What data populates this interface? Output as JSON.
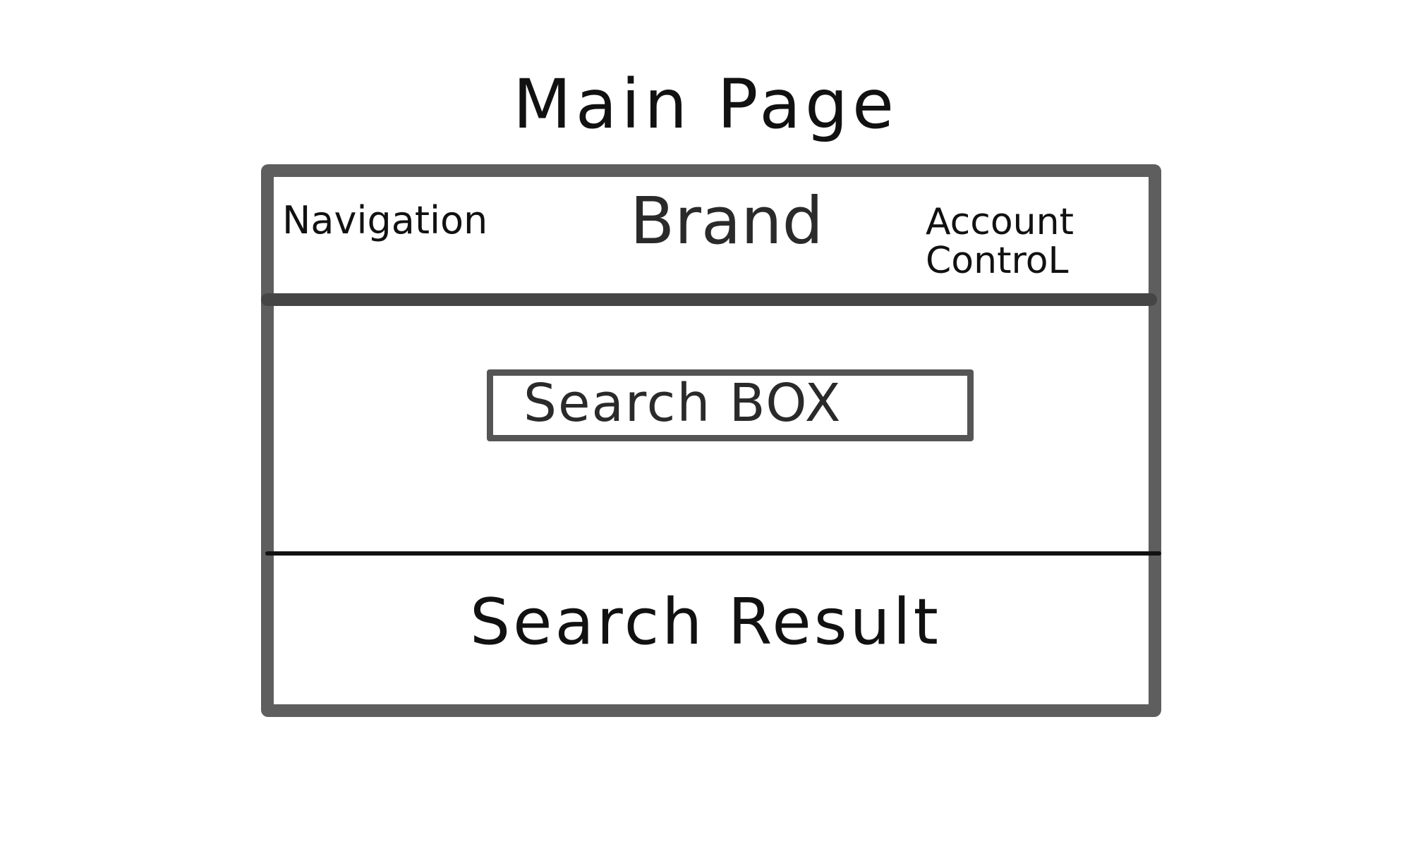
{
  "page_title": "Main Page",
  "header": {
    "navigation_label": "Navigation",
    "brand_label": "Brand",
    "account_control_line1": "Account",
    "account_control_line2": "ControL"
  },
  "main": {
    "search_box_label": "Search BOX"
  },
  "results": {
    "label": "Search Result"
  },
  "colors": {
    "frame": "#5e5e5e",
    "header_divider": "#454545",
    "results_divider": "#111111",
    "ink": "#111111",
    "background": "#ffffff"
  }
}
